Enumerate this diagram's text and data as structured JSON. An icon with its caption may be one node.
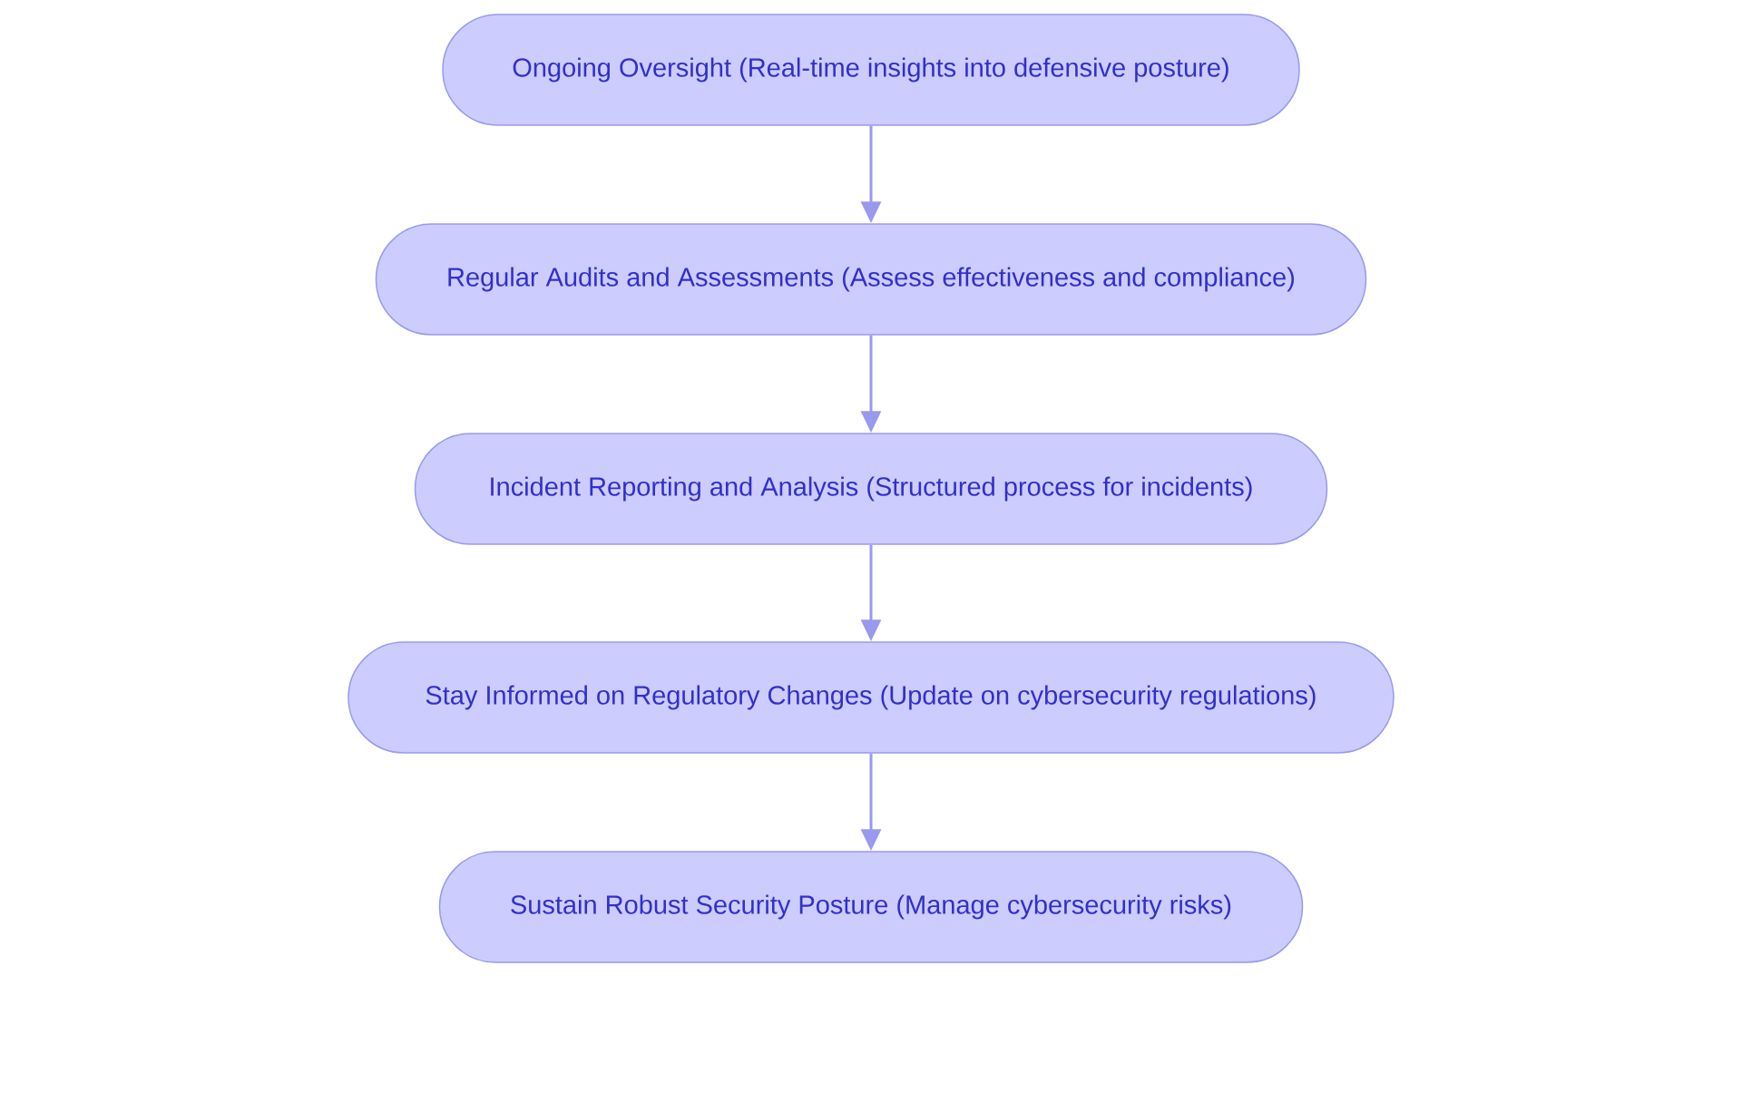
{
  "diagram": {
    "nodes": [
      {
        "text": [
          "Ongoing Oversight (Real-time insights into defensive posture)"
        ]
      },
      {
        "text": [
          "Regular Audits and Assessments (Assess effectiveness and compliance)"
        ]
      },
      {
        "text": [
          "Incident Reporting and Analysis (Structured process for incidents)"
        ]
      },
      {
        "text": [
          "Stay Informed on Regulatory Changes (Update on cybersecurity regulations)"
        ]
      },
      {
        "text": [
          "Sustain Robust Security Posture (Manage cybersecurity risks)"
        ]
      }
    ],
    "edges": [
      {
        "from": 0,
        "to": 1,
        "arrow": "to"
      },
      {
        "from": 1,
        "to": 2,
        "arrow": "to"
      },
      {
        "from": 2,
        "to": 3,
        "arrow": "to"
      },
      {
        "from": 3,
        "to": 4,
        "arrow": "to"
      }
    ]
  }
}
